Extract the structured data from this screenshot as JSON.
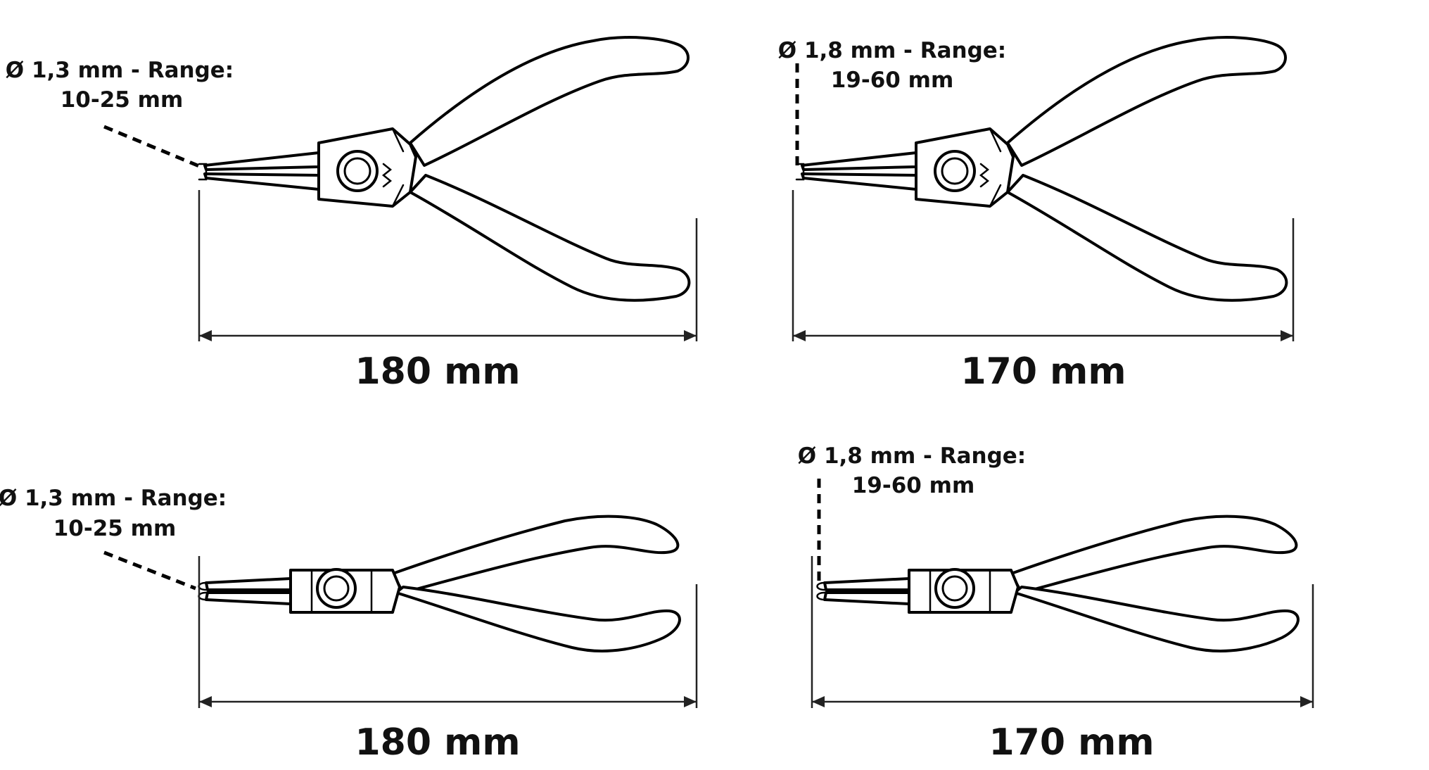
{
  "diagram_title": "",
  "pliers": [
    {
      "id": "top-left",
      "spec_line1": "Ø 1,3 mm - Range:",
      "spec_line2": "10-25 mm",
      "length_label": "180 mm"
    },
    {
      "id": "top-right",
      "spec_line1": "Ø 1,8 mm - Range:",
      "spec_line2": "19-60 mm",
      "length_label": "170 mm"
    },
    {
      "id": "bottom-left",
      "spec_line1": "Ø 1,3 mm - Range:",
      "spec_line2": "10-25 mm",
      "length_label": "180 mm"
    },
    {
      "id": "bottom-right",
      "spec_line1": "Ø 1,8 mm - Range:",
      "spec_line2": "19-60 mm",
      "length_label": "170 mm"
    }
  ],
  "colors": {
    "line": "#000000",
    "background": "#ffffff"
  }
}
